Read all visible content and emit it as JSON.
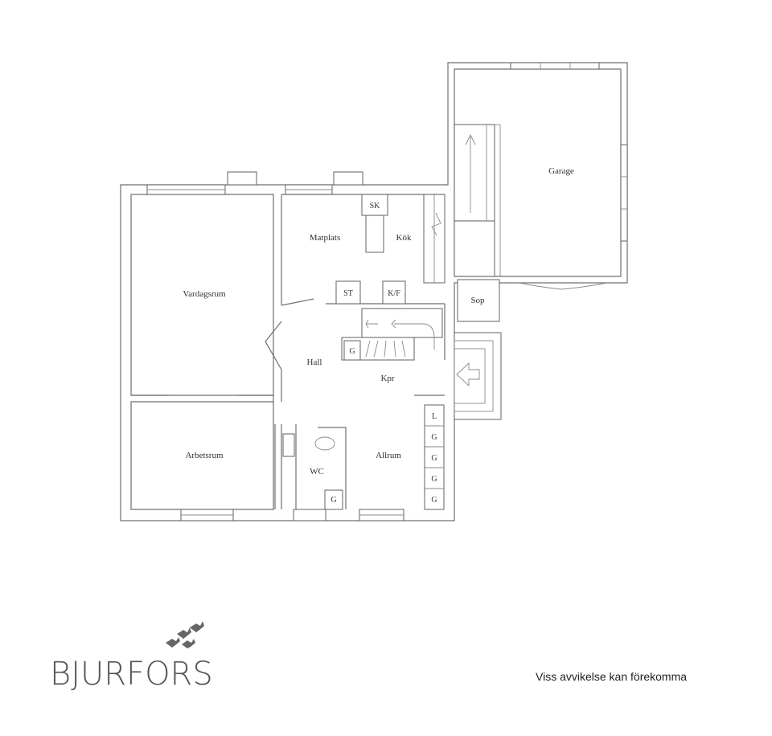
{
  "rooms": {
    "garage": "Garage",
    "vardagsrum": "Vardagsrum",
    "matplats": "Matplats",
    "kok": "Kök",
    "hall": "Hall",
    "kpr": "Kpr",
    "arbetsrum": "Arbetsrum",
    "wc": "WC",
    "allrum": "Allrum",
    "sop": "Sop"
  },
  "fixtures": {
    "sk": "SK",
    "st": "ST",
    "kf": "K/F",
    "g": "G",
    "l": "L"
  },
  "brand": {
    "name": "BJURFORS",
    "icon": "birds-logo-icon"
  },
  "disclaimer": "Viss avvikelse kan förekomma",
  "colors": {
    "wall": "#6f6f6f",
    "text": "#333333"
  }
}
